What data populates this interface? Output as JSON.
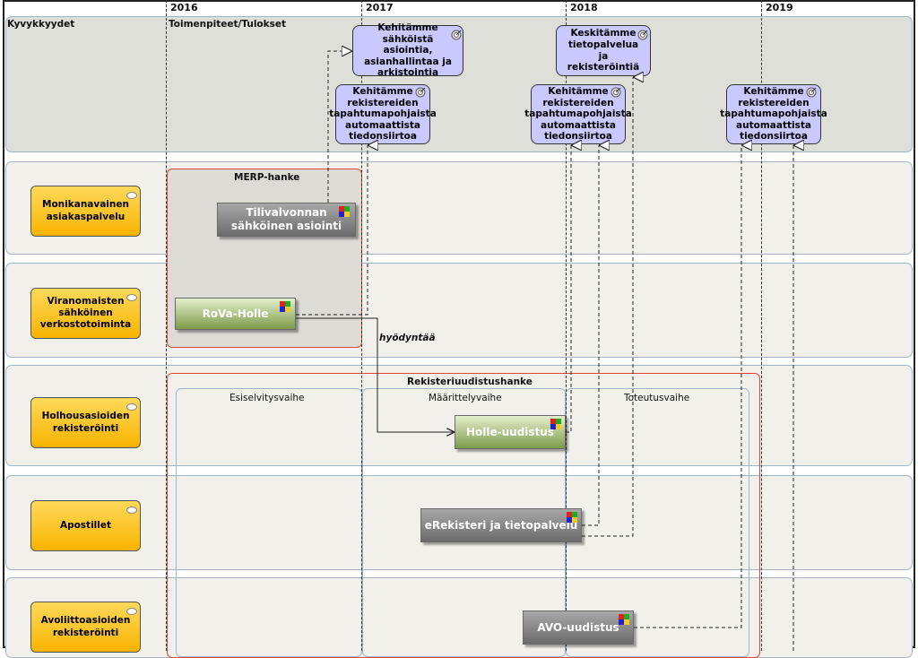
{
  "years": [
    "2016",
    "2017",
    "2018",
    "2019"
  ],
  "capabilities_header": "Kyvykkyydet",
  "actions_header": "Toimenpiteet/Tulokset",
  "capabilities": [
    "Monikanavainen asiakaspalvelu",
    "Viranomaisten sähköinen verkostotoiminta",
    "Holhousasioiden rekisteröinti",
    "Apostillet",
    "Avoliittoasioiden rekisteröinti"
  ],
  "goals": {
    "g1": "Kehitämme sähköistä asiointia, asianhallintaa ja arkistointia",
    "g2": "Keskitämme tietopalvelua ja rekisteröintiä",
    "g3": "Kehitämme rekistereiden tapahtumapohjaista automaattista tiedonsiirtoa",
    "g4": "Kehitämme rekistereiden tapahtumapohjaista automaattista tiedonsiirtoa",
    "g5": "Kehitämme rekistereiden tapahtumapohjaista automaattista tiedonsiirtoa"
  },
  "programs": {
    "merp": "MERP-hanke",
    "rekisteri": "Rekisteriuudistushanke"
  },
  "phases": [
    "Esiselvitysvaihe",
    "Määrittelyvaihe",
    "Toteutusvaihe"
  ],
  "projects": {
    "tilivalvonta": "Tilivalvonnan sähköinen asiointi",
    "rova": "RoVa-Holle",
    "holle": "Holle-uudistus",
    "erekisteri": "eRekisteri ja tietopalvelu",
    "avo": "AVO-uudistus"
  },
  "relation_label": "hyödyntää",
  "colors": {
    "capability": "#f7b400",
    "goal": "#c9c9ff",
    "program_border": "#d94a3a",
    "project_gray": "#6b6b6b",
    "project_green": "#7d9b4a"
  }
}
